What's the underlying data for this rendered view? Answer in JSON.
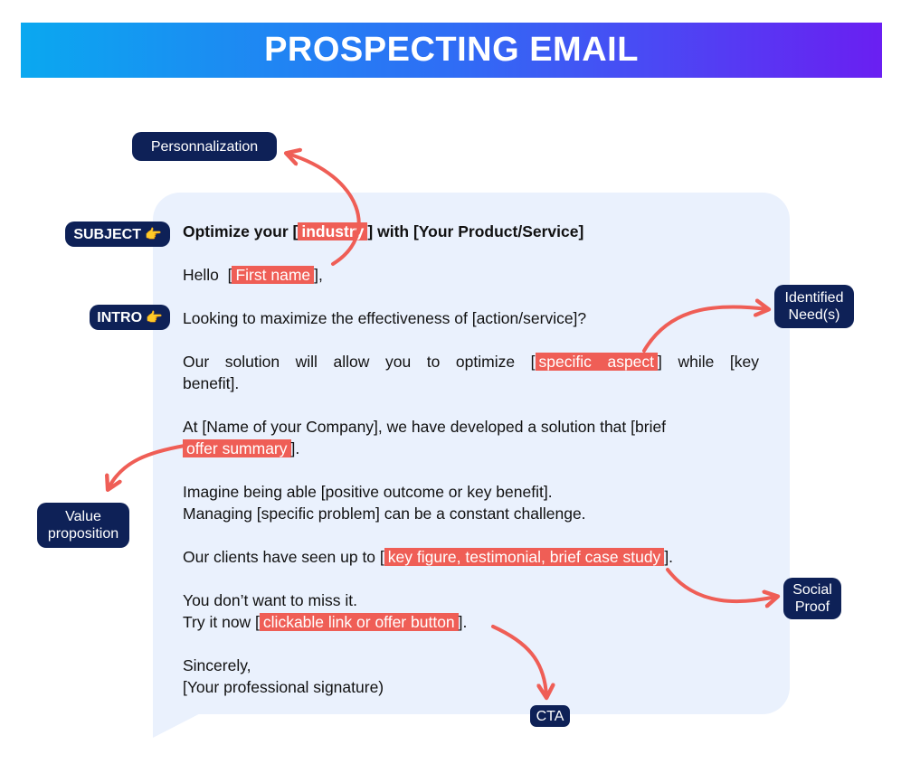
{
  "header": {
    "title": "PROSPECTING EMAIL"
  },
  "tags": {
    "personalization": "Personnalization",
    "subject": "SUBJECT",
    "intro": "INTRO",
    "identified_line1": "Identified",
    "identified_line2": "Need(s)",
    "value_line1": "Value",
    "value_line2": "proposition",
    "social_line1": "Social",
    "social_line2": "Proof",
    "cta": "CTA",
    "hand_icon": "pointing-hand-icon"
  },
  "email": {
    "subject_pre": "Optimize your [",
    "subject_hl": "industry",
    "subject_post": "] with [Your Product/Service]",
    "greeting_pre": "Hello  [",
    "greeting_hl": "First name",
    "greeting_post": "],",
    "intro_line": "Looking to maximize the effectiveness of [action/service]?",
    "solution_pre": "Our solution will allow you to optimize [",
    "solution_hl": "specific aspect",
    "solution_post": "] while [key",
    "solution_line2": "benefit].",
    "company_line1": "At [Name of your Company], we have developed a solution that [brief",
    "company_hl": "offer summary",
    "company_post": "].",
    "imagine_line": "Imagine being able [positive outcome or key benefit].",
    "managing_line": "Managing [specific problem] can be a constant challenge.",
    "clients_pre": "Our clients have seen up to [",
    "clients_hl": "key figure, testimonial, brief case study",
    "clients_post": "].",
    "miss_line": "You don’t want to miss it.",
    "try_pre": "Try it now [",
    "try_hl": "clickable link or offer button",
    "try_post": "].",
    "sincerely": "Sincerely,",
    "signature": "[Your professional signature)"
  },
  "colors": {
    "banner_start": "#0aa8f0",
    "banner_end": "#6a1ff2",
    "card_background": "#eaf1fd",
    "highlight": "#ef5e56",
    "tag_background": "#0e2157",
    "arrow": "#ef5e56"
  }
}
